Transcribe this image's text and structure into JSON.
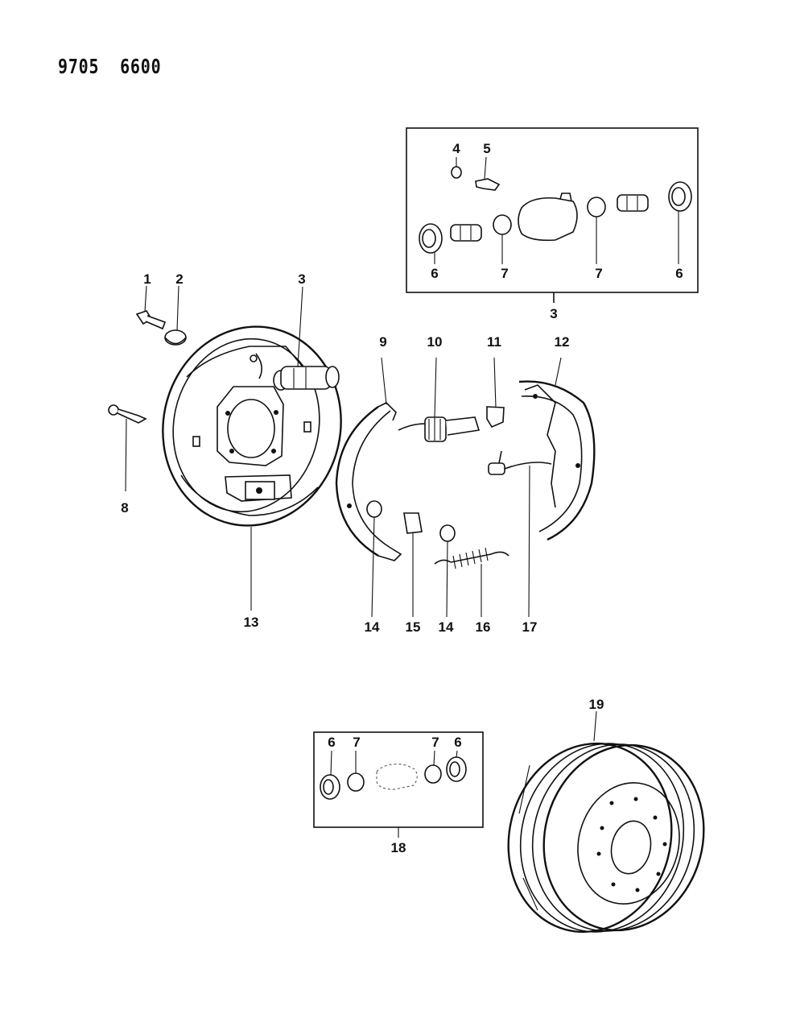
{
  "diagram_code": {
    "left": "9705",
    "right": "6600"
  },
  "callouts": {
    "c1": "1",
    "c2": "2",
    "c3": "3",
    "c3b": "3",
    "c4": "4",
    "c5": "5",
    "c6a": "6",
    "c6b": "6",
    "c6c": "6",
    "c6d": "6",
    "c7a": "7",
    "c7b": "7",
    "c7c": "7",
    "c7d": "7",
    "c8": "8",
    "c9": "9",
    "c10": "10",
    "c11": "11",
    "c12": "12",
    "c13": "13",
    "c14a": "14",
    "c14b": "14",
    "c15": "15",
    "c16": "16",
    "c17": "17",
    "c18": "18",
    "c19": "19"
  }
}
